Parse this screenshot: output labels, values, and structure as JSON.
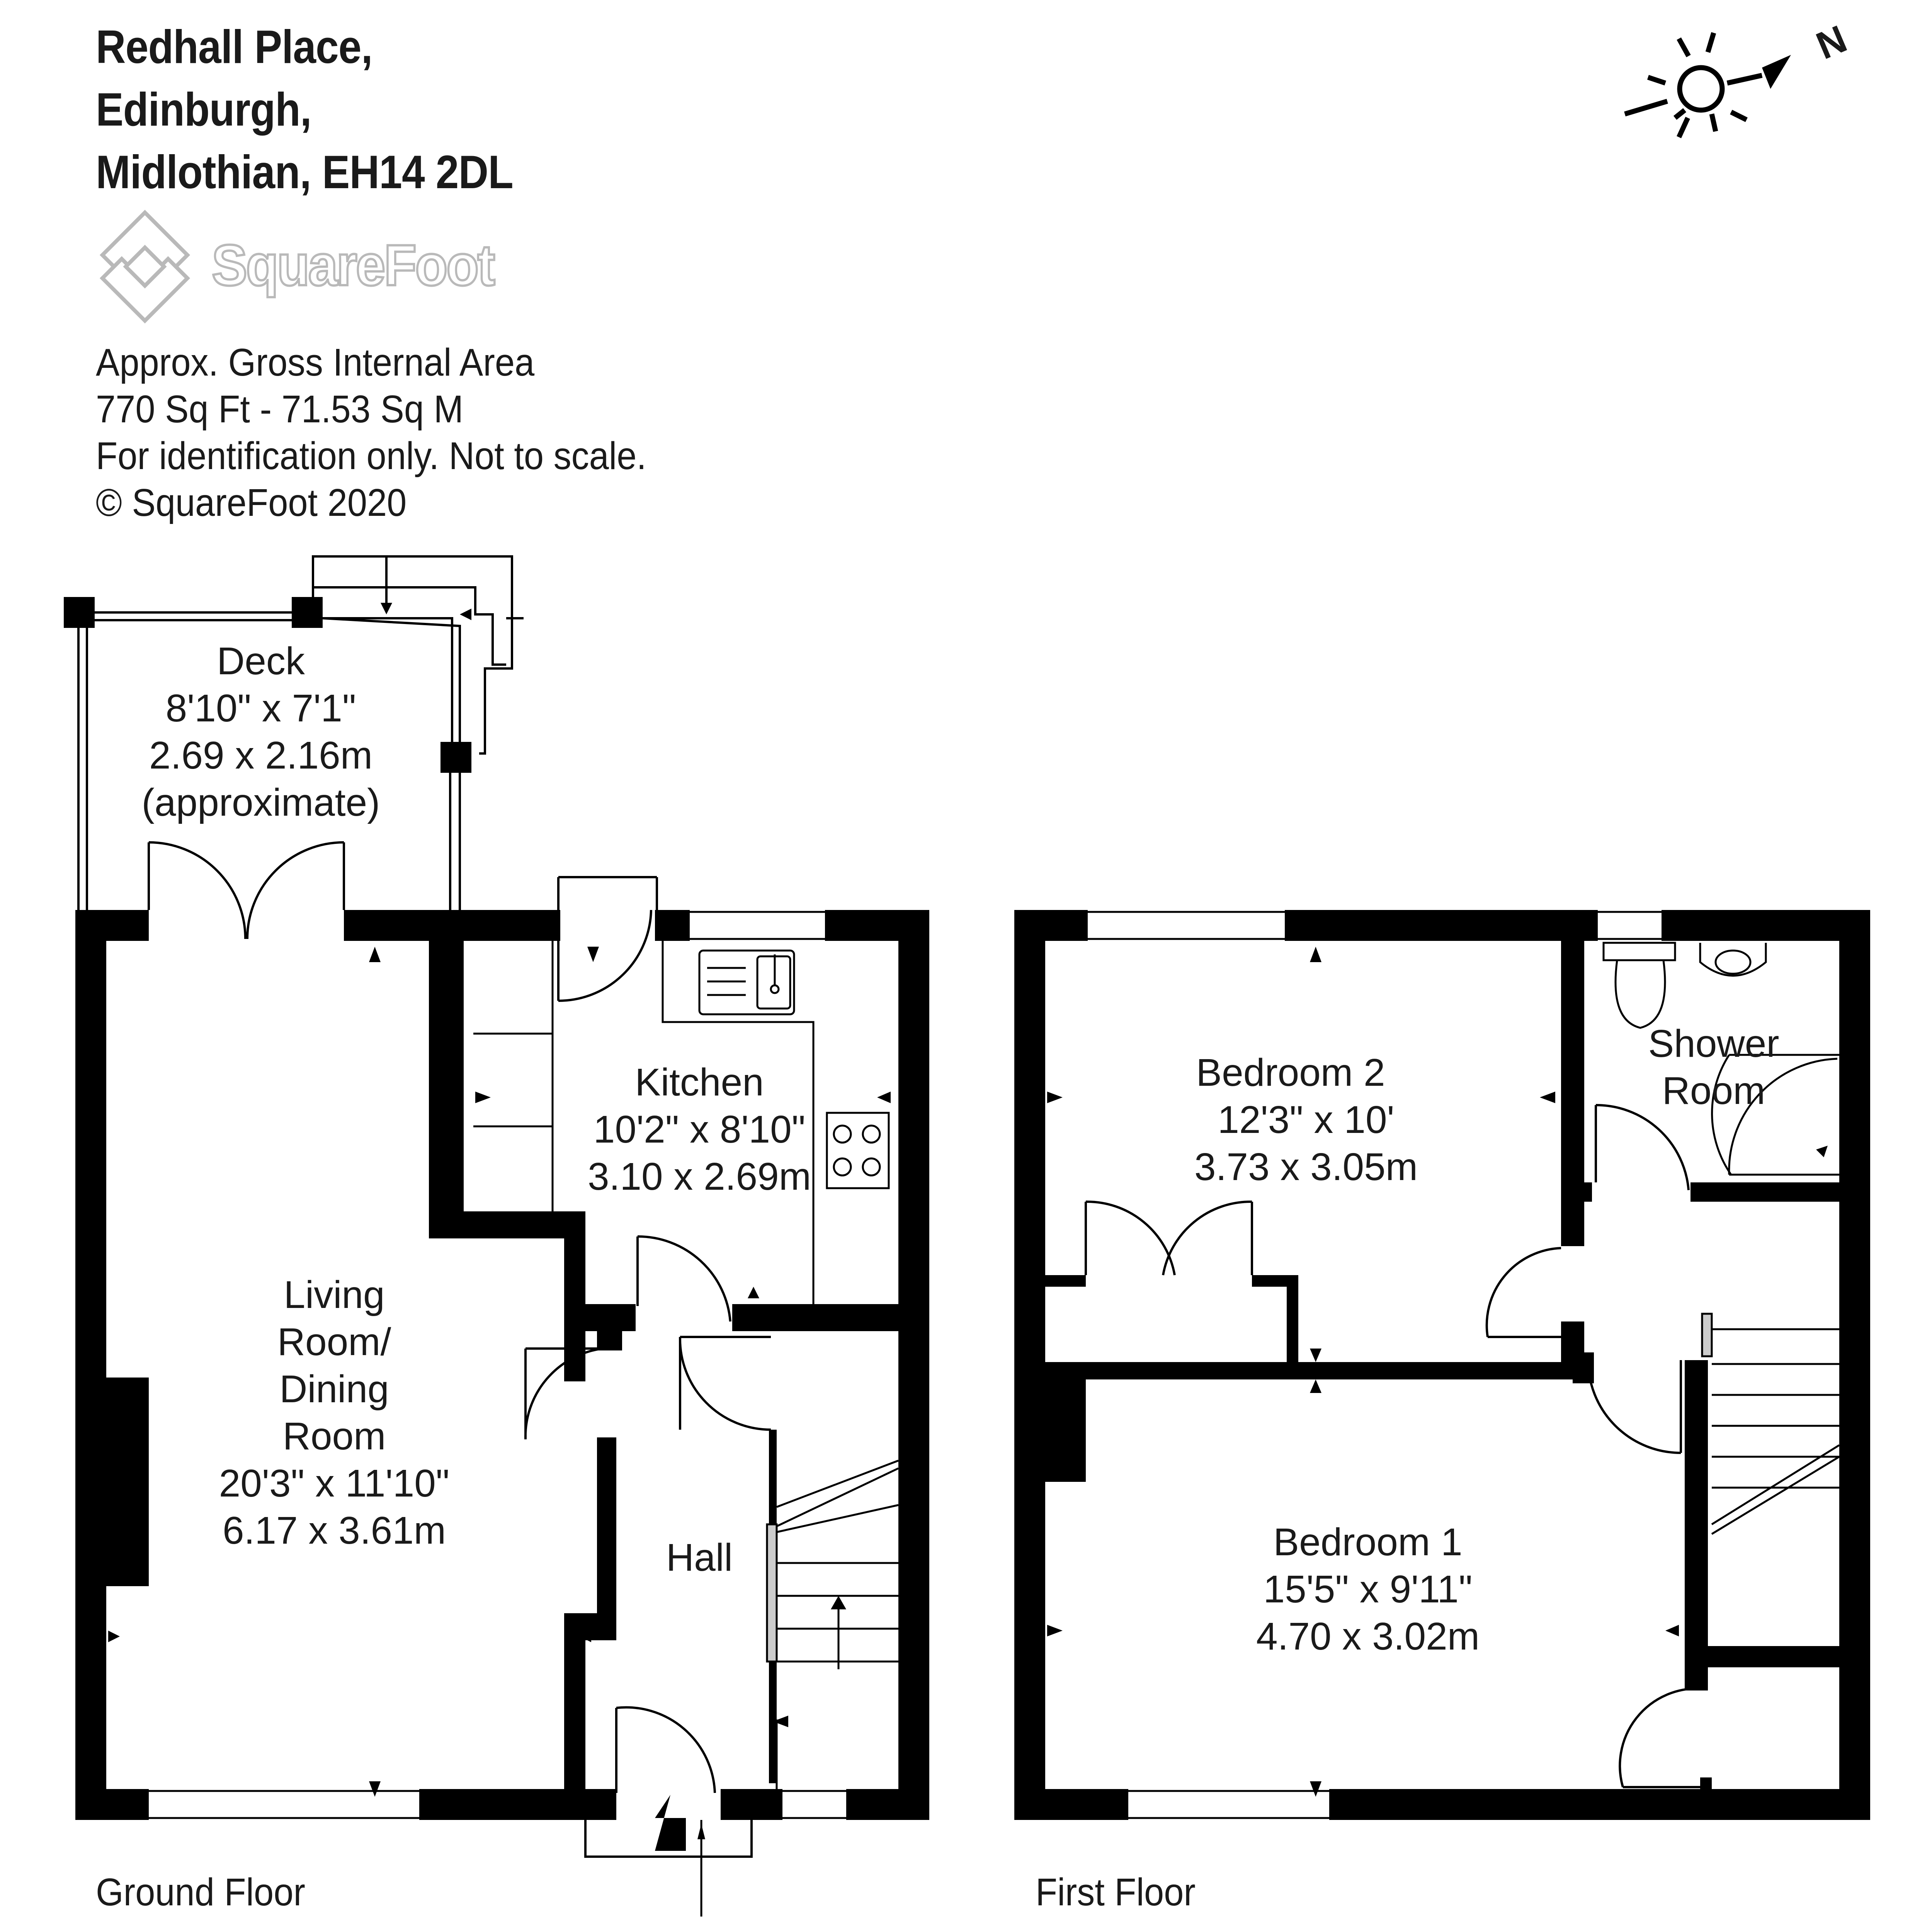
{
  "address": {
    "line1": "Redhall Place,",
    "line2": "Edinburgh,",
    "line3": "Midlothian, EH14 2DL"
  },
  "brand": {
    "name": "SquareFoot"
  },
  "info": {
    "line1": "Approx. Gross Internal Area",
    "line2": "770 Sq Ft  -  71.53 Sq M",
    "line3": "For identification only. Not to scale.",
    "line4": "© SquareFoot 2020"
  },
  "compass": {
    "north_label": "N"
  },
  "floors": {
    "ground": "Ground Floor",
    "first": "First Floor"
  },
  "rooms": {
    "deck": {
      "name": "Deck",
      "imperial": "8'10\" x 7'1\"",
      "metric": "2.69 x 2.16m",
      "note": "(approximate)"
    },
    "kitchen": {
      "name": "Kitchen",
      "imperial": "10'2\" x 8'10\"",
      "metric": "3.10 x 2.69m"
    },
    "living": {
      "name1": "Living",
      "name2": "Room/",
      "name3": "Dining",
      "name4": "Room",
      "imperial": "20'3\" x 11'10\"",
      "metric": "6.17 x 3.61m"
    },
    "hall": {
      "name": "Hall"
    },
    "bedroom2": {
      "name": "Bedroom 2",
      "imperial": "12'3\" x 10'",
      "metric": "3.73 x 3.05m"
    },
    "shower": {
      "name1": "Shower",
      "name2": "Room"
    },
    "bedroom1": {
      "name": "Bedroom 1",
      "imperial": "15'5\" x 9'11\"",
      "metric": "4.70 x 3.02m"
    }
  },
  "colors": {
    "wall": "#000000",
    "fixture": "#888888",
    "logo": "#b9b9b9"
  }
}
